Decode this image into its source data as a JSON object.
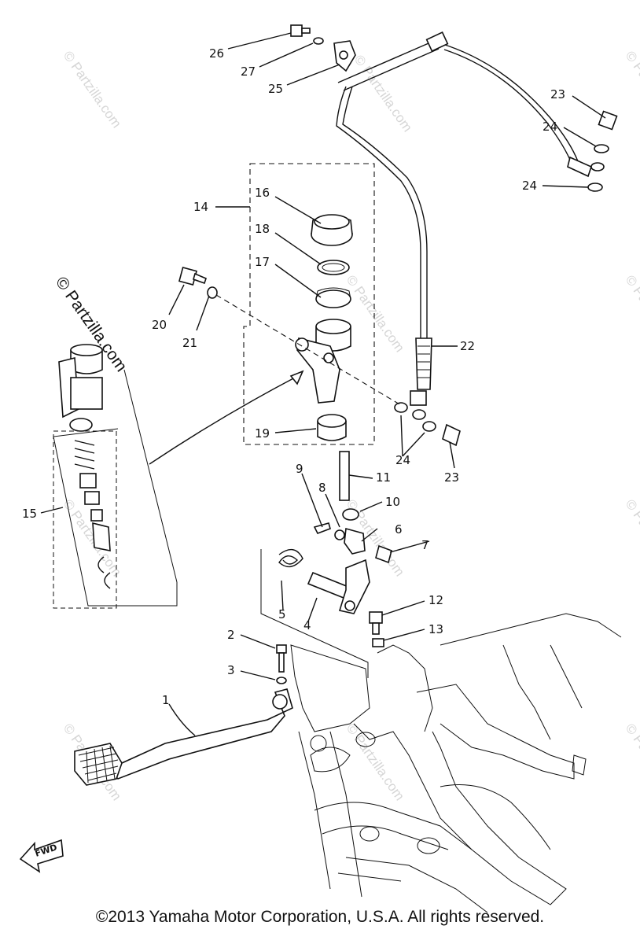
{
  "callouts": [
    {
      "label": "1"
    },
    {
      "label": "2"
    },
    {
      "label": "3"
    },
    {
      "label": "4"
    },
    {
      "label": "5"
    },
    {
      "label": "6"
    },
    {
      "label": "7"
    },
    {
      "label": "8"
    },
    {
      "label": "9"
    },
    {
      "label": "10"
    },
    {
      "label": "11"
    },
    {
      "label": "12"
    },
    {
      "label": "13"
    },
    {
      "label": "14"
    },
    {
      "label": "15"
    },
    {
      "label": "16"
    },
    {
      "label": "17"
    },
    {
      "label": "18"
    },
    {
      "label": "19"
    },
    {
      "label": "20"
    },
    {
      "label": "21"
    },
    {
      "label": "22"
    },
    {
      "label": "23"
    },
    {
      "label": "23"
    },
    {
      "label": "24"
    },
    {
      "label": "24"
    },
    {
      "label": "24"
    },
    {
      "label": "25"
    },
    {
      "label": "26"
    },
    {
      "label": "27"
    }
  ],
  "watermark": "© Partzilla.com",
  "fwd_label": "FWD",
  "copyright": "©2013  Yamaha Motor Corporation, U.S.A. All rights reserved."
}
